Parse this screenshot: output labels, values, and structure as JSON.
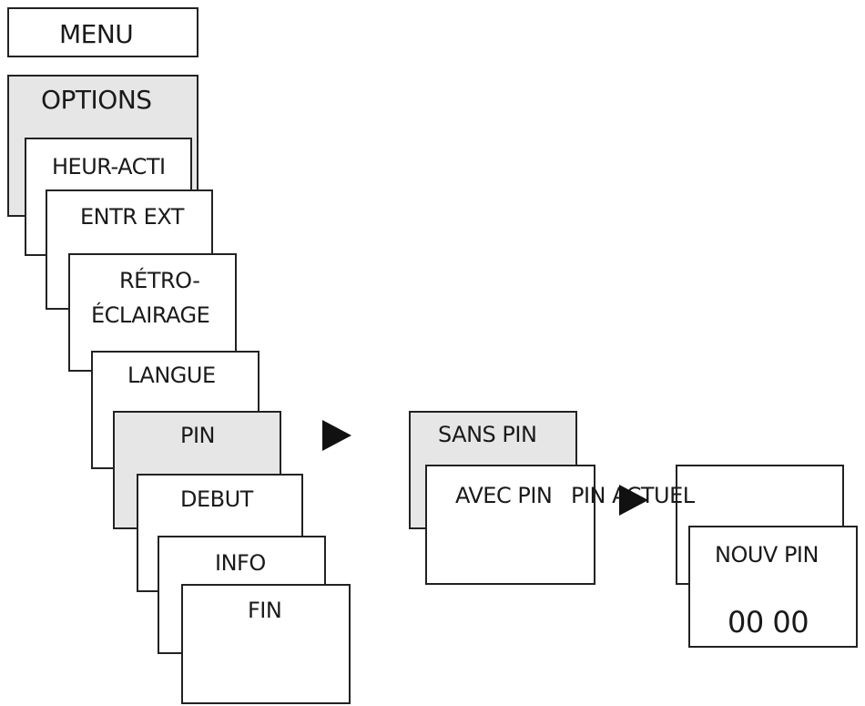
{
  "menu": {
    "label": "MENU"
  },
  "options": {
    "label": "OPTIONS",
    "items": [
      {
        "id": "heur-acti",
        "label": "HEUR-ACTI"
      },
      {
        "id": "entr-ext",
        "label": "ENTR EXT"
      },
      {
        "id": "retro-eclairage",
        "label_line1": "RÉTRO-",
        "label_line2": "ÉCLAIRAGE"
      },
      {
        "id": "langue",
        "label": "LANGUE"
      },
      {
        "id": "pin",
        "label": "PIN"
      },
      {
        "id": "debut",
        "label": "DEBUT"
      },
      {
        "id": "info",
        "label": "INFO"
      },
      {
        "id": "fin",
        "label": "FIN"
      }
    ]
  },
  "pin_submenu": {
    "sans_pin": "SANS PIN",
    "avec_pin": "AVEC PIN"
  },
  "pin_edit": {
    "pin_actuel": "PIN ACTUEL",
    "nouv_pin": "NOUV PIN",
    "value": "00 00"
  },
  "colors": {
    "highlight": "#e6e6e6",
    "border": "#222222",
    "arrow": "#111111"
  }
}
